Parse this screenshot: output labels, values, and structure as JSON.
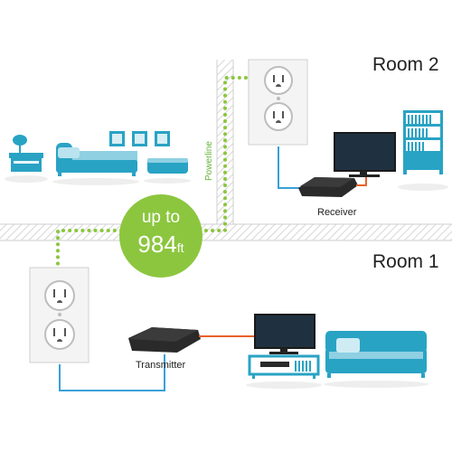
{
  "labels": {
    "room2": "Room 2",
    "room1": "Room 1",
    "receiver": "Receiver",
    "transmitter": "Transmitter",
    "powerline": "Powerline"
  },
  "badge": {
    "line1": "up to",
    "value": "984",
    "unit": "ft"
  },
  "colors": {
    "accent_green": "#8cc63f",
    "furniture_teal": "#29a3c4",
    "cable_blue": "#3aa0d8",
    "cable_orange": "#e8622a",
    "wall": "#dcdcdc"
  }
}
